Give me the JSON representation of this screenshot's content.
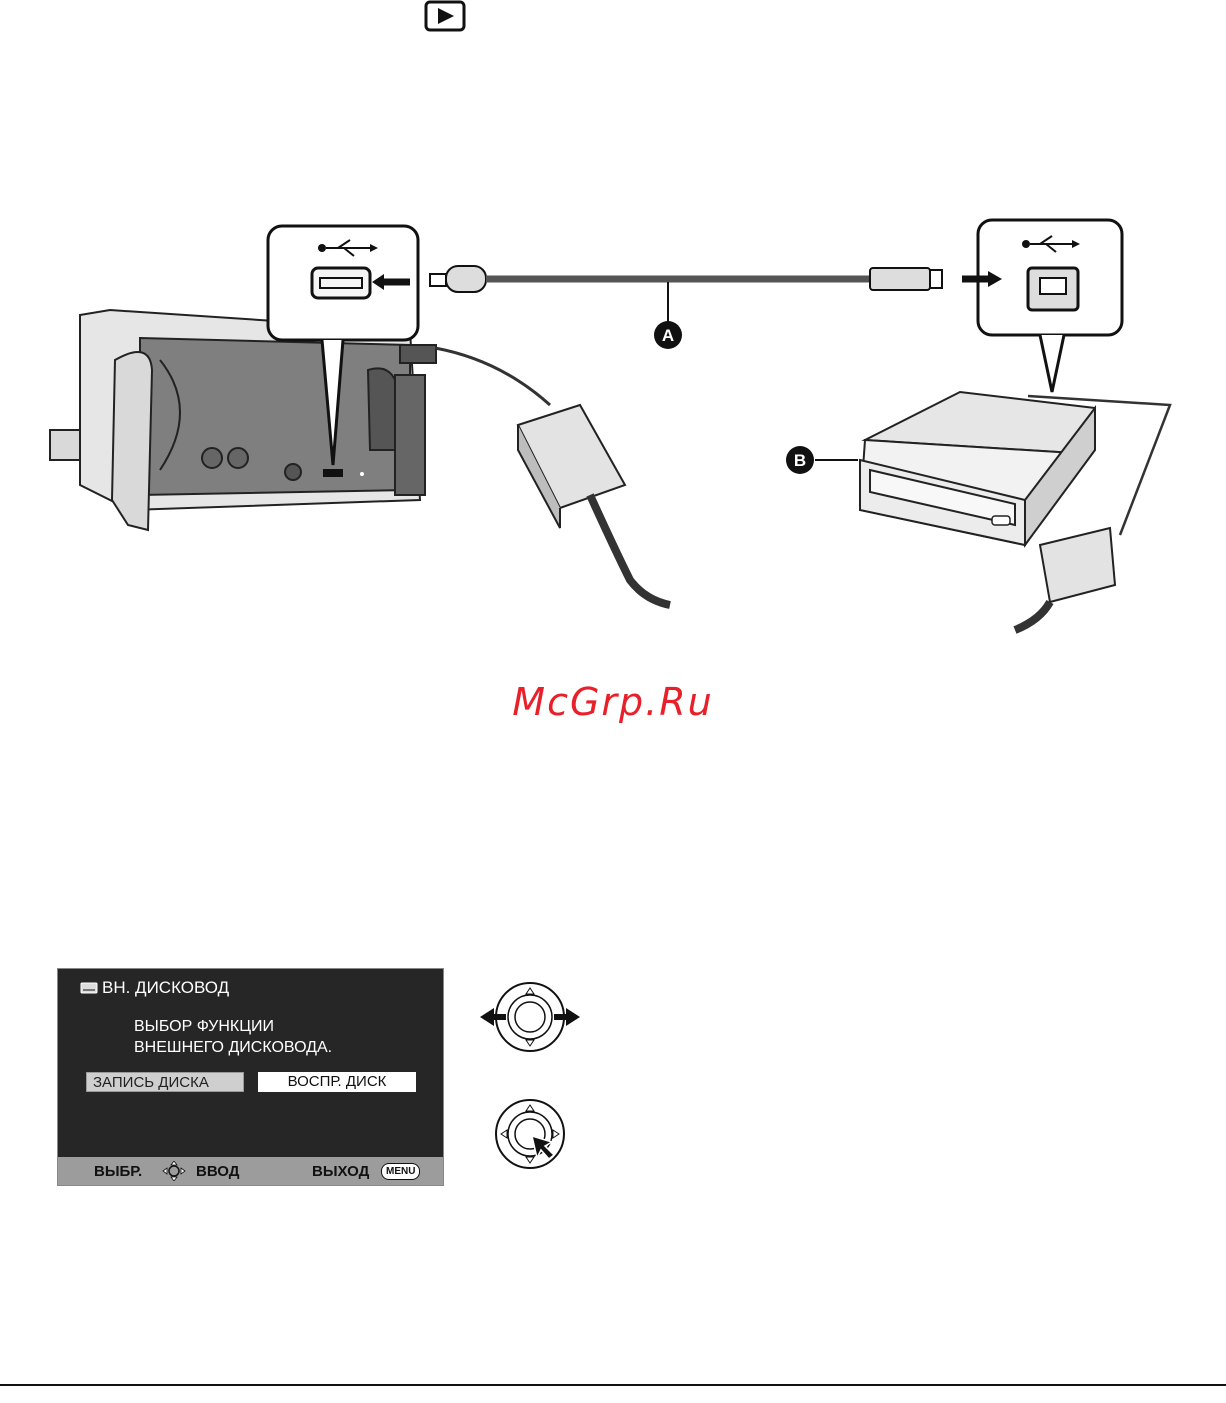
{
  "labels": {
    "cable": "A",
    "drive": "B"
  },
  "watermark": "McGrp.Ru",
  "screen": {
    "title": "ВН. ДИСКОВОД",
    "message_line1": "ВЫБОР ФУНКЦИИ",
    "message_line2": "ВНЕШНЕГО ДИСКОВОДА.",
    "option_record": "ЗАПИСЬ ДИСКА",
    "option_play": "ВОСПР. ДИСК",
    "footer_select": "ВЫБР.",
    "footer_enter": "ВВОД",
    "footer_exit": "ВЫХОД",
    "footer_menu_badge": "MENU"
  },
  "icons": {
    "play": "play-button-icon",
    "usb": "usb-icon",
    "drive": "disc-drive-icon",
    "joystick_lr": "joystick-left-right-icon",
    "joystick_press": "joystick-press-icon"
  },
  "colors": {
    "watermark": "#e8202a",
    "screen_bg": "#262626",
    "footer_bg": "#9c9c9c"
  }
}
